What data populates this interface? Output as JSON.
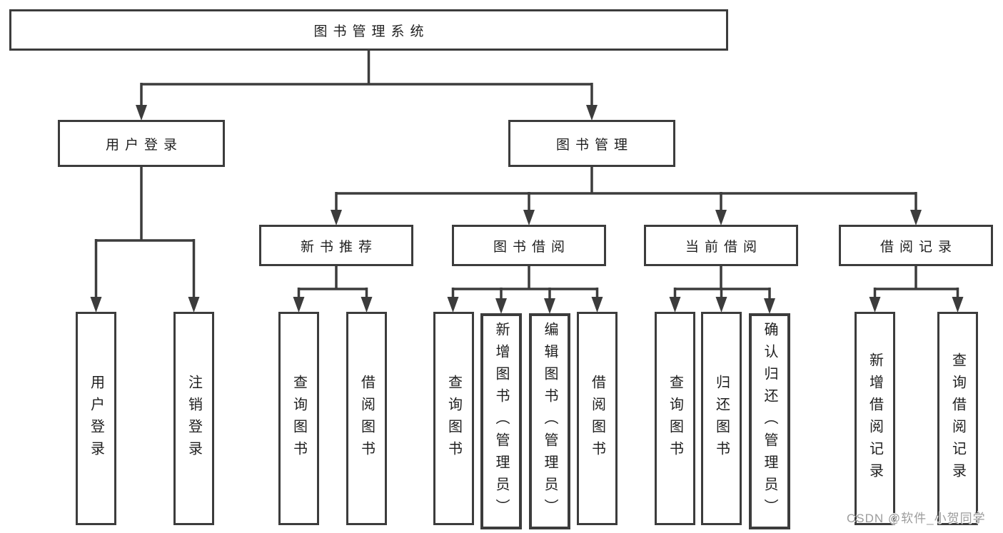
{
  "diagram": {
    "root": {
      "label": "图书管理系统"
    },
    "branches": [
      {
        "label": "用户登录",
        "leaves": [
          "用户登录",
          "注销登录"
        ]
      },
      {
        "label": "图书管理",
        "sections": [
          {
            "label": "新书推荐",
            "leaves": [
              "查询图书",
              "借阅图书"
            ]
          },
          {
            "label": "图书借阅",
            "leaves": [
              "查询图书",
              "新增图书（管理员）",
              "编辑图书（管理员）",
              "借阅图书"
            ]
          },
          {
            "label": "当前借阅",
            "leaves": [
              "查询图书",
              "归还图书",
              "确认归还（管理员）"
            ]
          },
          {
            "label": "借阅记录",
            "leaves": [
              "新增借阅记录",
              "查询借阅记录"
            ]
          }
        ]
      }
    ]
  },
  "watermark": "CSDN @软件_小贺同学",
  "colors": {
    "line": "#3c3c3c",
    "box_border": "#3c3c3c",
    "box_background": "#ffffff",
    "text": "#1f1f1f",
    "page_background": "#ffffff",
    "watermark_text": "#9c9c9c"
  }
}
